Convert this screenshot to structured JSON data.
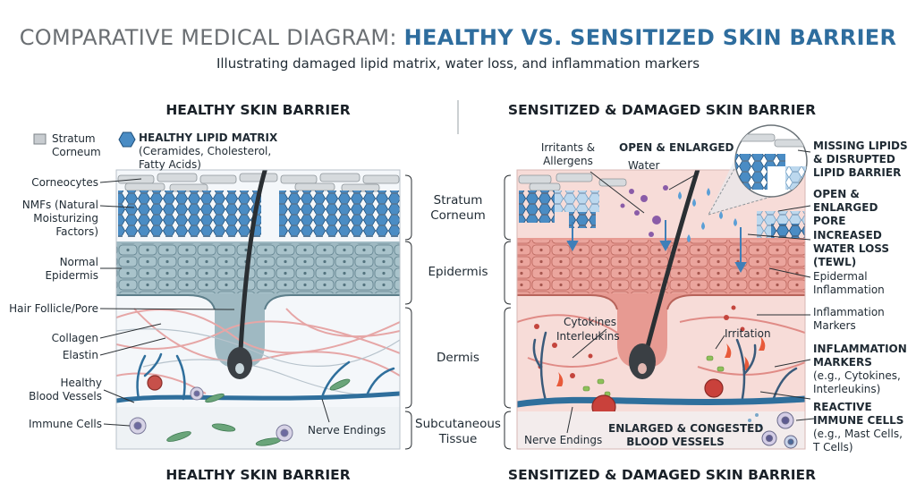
{
  "title": {
    "prefix": "COMPARATIVE MEDICAL DIAGRAM: ",
    "highlight": "HEALTHY VS. SENSITIZED SKIN BARRIER"
  },
  "subtitle": "Illustrating damaged lipid matrix, water loss, and inflammation markers",
  "healthy": {
    "heading_top": "HEALTHY SKIN BARRIER",
    "heading_bottom": "HEALTHY SKIN BARRIER",
    "legend": {
      "stratum_line1": "Stratum",
      "stratum_line2": "Corneum",
      "lipid_title": "HEALTHY LIPID MATRIX",
      "lipid_line2": "(Ceramides, Cholesterol,",
      "lipid_line3": "Fatty Acids)"
    },
    "labels": {
      "corneocytes": "Corneocytes",
      "nmf_1": "NMFs (Natural",
      "nmf_2": "Moisturizing",
      "nmf_3": "Factors)",
      "epi_1": "Normal",
      "epi_2": "Epidermis",
      "hair": "Hair Follicle/Pore",
      "collagen": "Collagen",
      "elastin": "Elastin",
      "vessels_1": "Healthy",
      "vessels_2": "Blood Vessels",
      "immune": "Immune Cells",
      "nerve": "Nerve Endings"
    }
  },
  "layers": {
    "stratum_1": "Stratum",
    "stratum_2": "Corneum",
    "epidermis": "Epidermis",
    "dermis": "Dermis",
    "subq_1": "Subcutaneous",
    "subq_2": "Tissue"
  },
  "sensitized": {
    "heading_top": "SENSITIZED & DAMAGED SKIN BARRIER",
    "heading_bottom": "SENSITIZED & DAMAGED SKIN BARRIER",
    "labels": {
      "irritants_1": "Irritants &",
      "irritants_2": "Allergens",
      "open_top": "OPEN & ENLARGED",
      "water": "Water",
      "missing_1": "MISSING LIPIDS",
      "missing_2": "& DISRUPTED",
      "missing_3": "LIPID BARRIER",
      "open_1": "OPEN &",
      "open_2": "ENLARGED",
      "open_3": "PORE",
      "tewl_1": "INCREASED",
      "tewl_2": "WATER LOSS",
      "tewl_3": "(TEWL)",
      "epi_inflam_1": "Epidermal",
      "epi_inflam_2": "Inflammation",
      "markers_1": "Inflammation",
      "markers_2": "Markers",
      "cytokines": "Cytokines",
      "interleukins": "Interleukins",
      "irritation": "Irritation",
      "im_1": "INFLAMMATION",
      "im_2": "MARKERS",
      "im_3": "(e.g., Cytokines,",
      "im_4": "Interleukins)",
      "reactive_1": "REACTIVE",
      "reactive_2": "IMMUNE CELLS",
      "reactive_3": "(e.g., Mast Cells,",
      "reactive_4": "T Cells)",
      "nerve": "Nerve Endings",
      "vessels_1": "ENLARGED & CONGESTED",
      "vessels_2": "BLOOD VESSELS"
    }
  },
  "colors": {
    "title_gray": "#6b6f73",
    "title_blue": "#2e6d9e",
    "lipid_blue": "#4a8cc4",
    "epidermis_healthy": "#9fb9c2",
    "epidermis_inflamed": "#e79a92",
    "dermis_healthy": "#f4f7fa",
    "dermis_inflamed": "#f7dcd8",
    "vessel_blue": "#2f6f9c"
  }
}
